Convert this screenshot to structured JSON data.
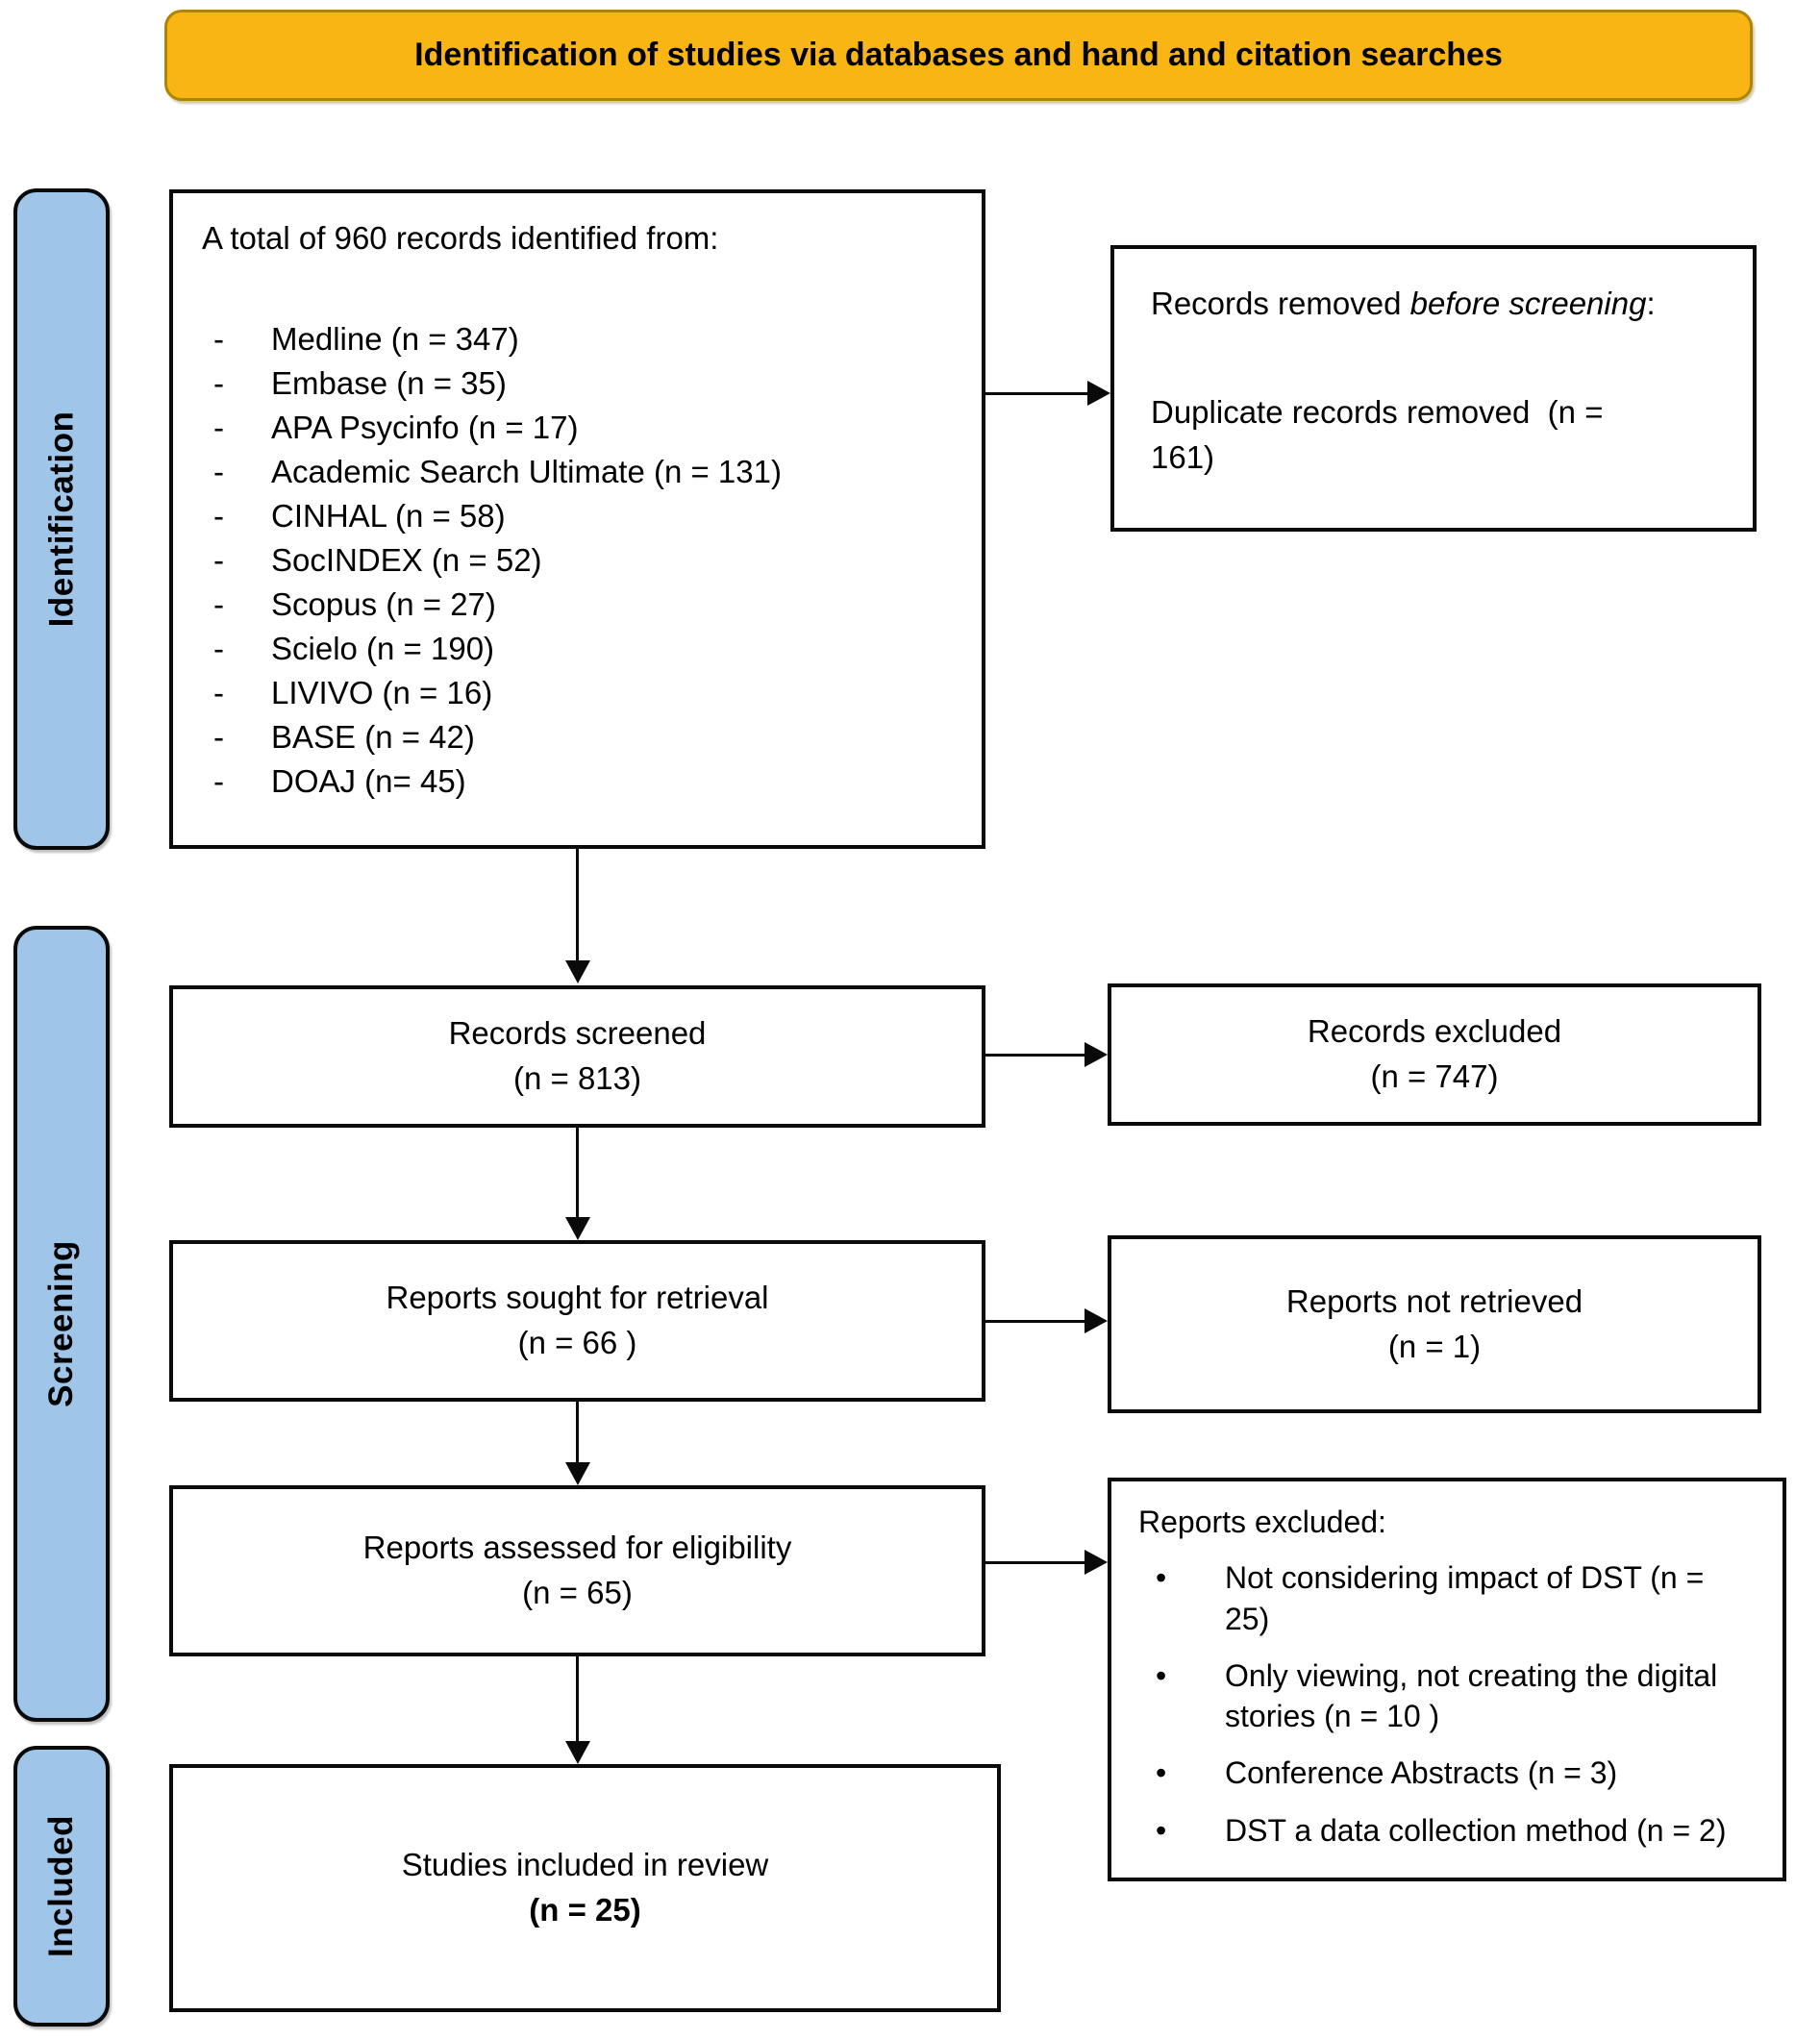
{
  "theme": {
    "banner-bg": "#F9B513",
    "banner-border": "#AD8500",
    "label-bg": "#9FC5E8"
  },
  "glyphs": {
    "dash": "-",
    "bullet": "•"
  },
  "banner": {
    "title": "Identification of studies via databases and hand and citation searches"
  },
  "sidebar": {
    "identification": "Identification",
    "screening": "Screening",
    "included": "Included"
  },
  "flow": {
    "identified": {
      "heading": "A total of 960 records identified from:",
      "sources": [
        "Medline (n = 347)",
        "Embase (n = 35)",
        "APA Psycinfo (n = 17)",
        "Academic Search Ultimate (n = 131)",
        "CINHAL (n = 58)",
        "SocINDEX (n = 52)",
        "Scopus (n = 27)",
        "Scielo (n = 190)",
        "LIVIVO (n = 16)",
        "BASE (n = 42)",
        "DOAJ (n= 45)"
      ]
    },
    "records_removed": {
      "line1_prefix": "Records removed ",
      "line1_italic": "before screening",
      "line1_suffix": ":",
      "line2": "Duplicate records removed  (n = 161)"
    },
    "screened": {
      "line1": "Records screened",
      "line2": "(n = 813)"
    },
    "records_excluded": {
      "line1": "Records excluded",
      "line2": "(n = 747)"
    },
    "sought": {
      "line1": "Reports sought for retrieval",
      "line2": "(n = 66 )"
    },
    "not_retrieved": {
      "line1": "Reports not retrieved",
      "line2": "(n = 1)"
    },
    "assessed": {
      "line1": "Reports assessed for eligibility",
      "line2": "(n = 65)"
    },
    "reports_excluded": {
      "heading": "Reports excluded:",
      "reasons": [
        "Not considering impact of DST (n = 25)",
        "Only viewing, not creating the digital stories (n = 10 )",
        "Conference Abstracts (n = 3)",
        "DST a data collection method (n = 2)"
      ]
    },
    "included": {
      "line1": "Studies included in review",
      "line2": "(n = 25)"
    }
  }
}
